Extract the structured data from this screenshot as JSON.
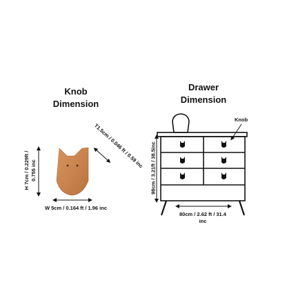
{
  "knob": {
    "title_line1": "Knob",
    "title_line2": "Dimension",
    "height_label_line1": "H 7cm / 0.229ft /",
    "height_label_line2": "0.755 inc",
    "thickness_label": "T1.5cm / 0.046 ft / 0.59 inc",
    "width_label": "W 5cm / 0.164 ft / 1.96 inc",
    "wood_color": "#c98552"
  },
  "drawer": {
    "title_line1": "Drawer",
    "title_line2": "Dimension",
    "knob_callout": "Knob",
    "height_label": "98cm / 3.21ft / 38.5inc",
    "width_label_line1": "80cm / 2.62 ft / 31.4",
    "width_label_line2": "inc"
  }
}
